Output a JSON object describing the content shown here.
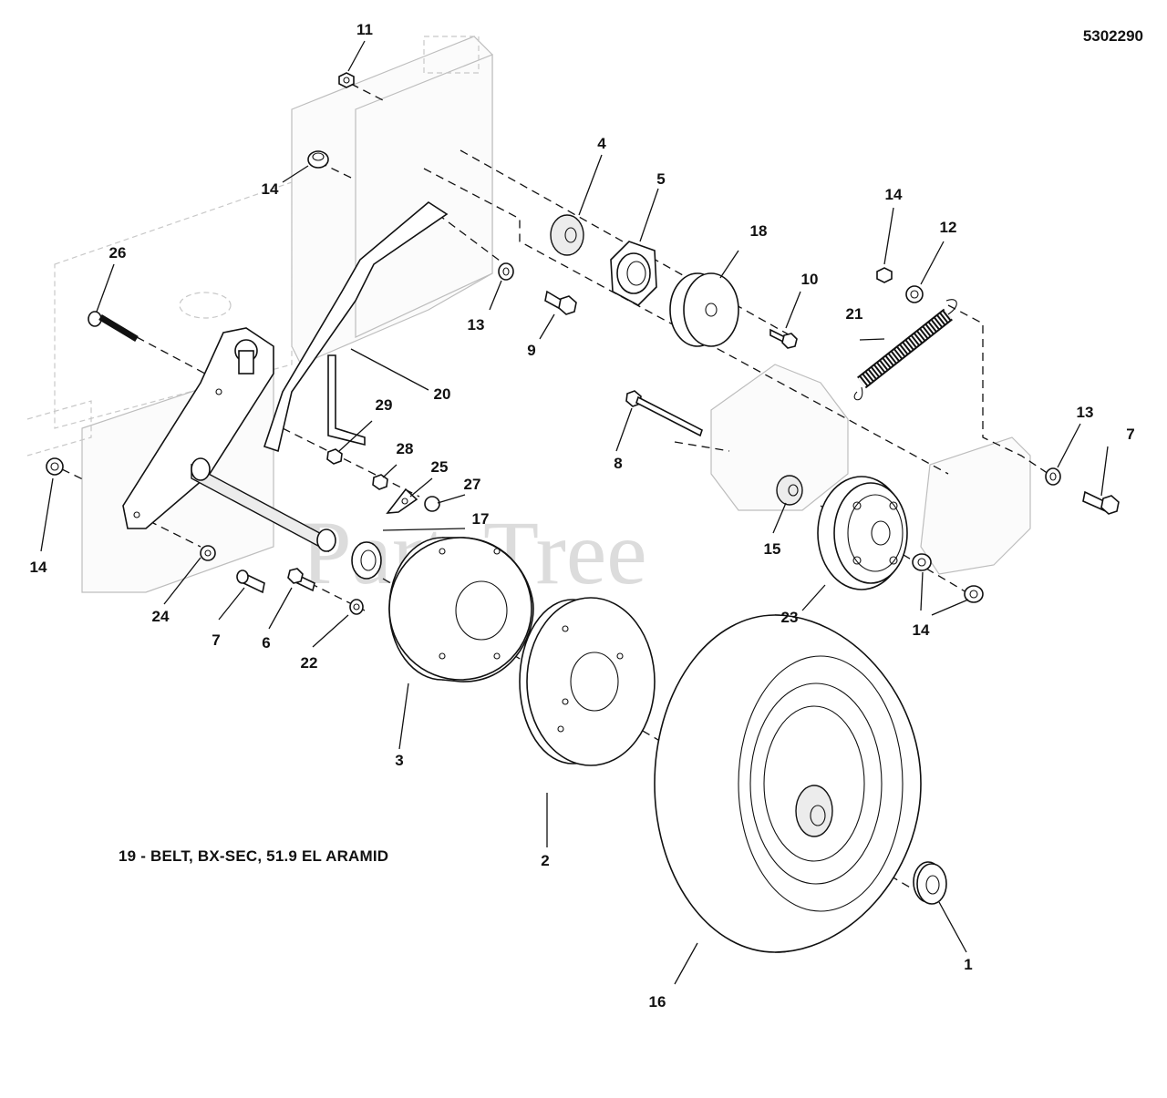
{
  "drawing_id": "5302290",
  "belt_note": "19 - BELT, BX-SEC, 51.9 EL ARAMID",
  "watermark": "PartsTree",
  "callouts": [
    {
      "id": "c1",
      "label": "1"
    },
    {
      "id": "c2",
      "label": "2"
    },
    {
      "id": "c3",
      "label": "3"
    },
    {
      "id": "c4",
      "label": "4"
    },
    {
      "id": "c5",
      "label": "5"
    },
    {
      "id": "c6",
      "label": "6"
    },
    {
      "id": "c7a",
      "label": "7"
    },
    {
      "id": "c7b",
      "label": "7"
    },
    {
      "id": "c8",
      "label": "8"
    },
    {
      "id": "c9",
      "label": "9"
    },
    {
      "id": "c10",
      "label": "10"
    },
    {
      "id": "c11",
      "label": "11"
    },
    {
      "id": "c12",
      "label": "12"
    },
    {
      "id": "c13a",
      "label": "13"
    },
    {
      "id": "c13b",
      "label": "13"
    },
    {
      "id": "c14a",
      "label": "14"
    },
    {
      "id": "c14b",
      "label": "14"
    },
    {
      "id": "c14c",
      "label": "14"
    },
    {
      "id": "c14d",
      "label": "14"
    },
    {
      "id": "c15",
      "label": "15"
    },
    {
      "id": "c16",
      "label": "16"
    },
    {
      "id": "c17",
      "label": "17"
    },
    {
      "id": "c18",
      "label": "18"
    },
    {
      "id": "c20",
      "label": "20"
    },
    {
      "id": "c21",
      "label": "21"
    },
    {
      "id": "c22",
      "label": "22"
    },
    {
      "id": "c23",
      "label": "23"
    },
    {
      "id": "c24",
      "label": "24"
    },
    {
      "id": "c25",
      "label": "25"
    },
    {
      "id": "c26",
      "label": "26"
    },
    {
      "id": "c27",
      "label": "27"
    },
    {
      "id": "c28",
      "label": "28"
    },
    {
      "id": "c29",
      "label": "29"
    }
  ]
}
